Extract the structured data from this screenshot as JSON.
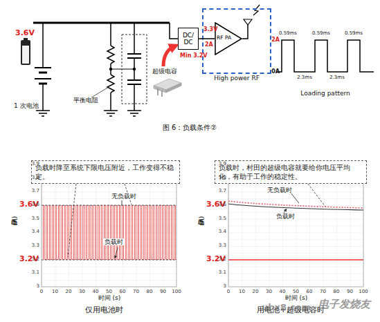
{
  "diagram": {
    "caption": "图 6：负载条件②",
    "nodes": [
      {
        "text": [
          "DC/ DC"
        ]
      },
      {
        "text": [
          "High power RF"
        ]
      },
      {
        "text": [
          "RF PA"
        ],
        "in": 1
      },
      {
        "text": [
          "负载时降至系统下限电压附近，工作变得不稳定。"
        ]
      },
      {
        "text": [
          "负载时，村田的超级电容就要给你电压平均化，有助于工作的稳定性。"
        ]
      }
    ],
    "edges": [
      {
        "from": 0,
        "to": 2,
        "arrow": "none"
      }
    ],
    "labels": [
      "3.6V",
      "1 次电池",
      "平衡电阻",
      "超级电容",
      "Min 3.2V",
      "3.3V",
      "2A",
      "0.59ms",
      "0.59ms",
      "0.59ms",
      "2A",
      "0A",
      "2.3ms",
      "2.3ms",
      "Loading pattern",
      "3.6V",
      "3.2V",
      "无负载时",
      "负载时",
      "电压 (V)",
      "时间 (s)",
      "仅用电池时",
      "3.9",
      "3.8",
      "3.7",
      "3.6",
      "3.5",
      "3.4",
      "3.3",
      "3.2",
      "3.1",
      "3",
      "0",
      "10",
      "20",
      "30",
      "40",
      "50",
      "60",
      "70",
      "80",
      "90",
      "100",
      "3.6V",
      "3.2V",
      "无负载时",
      "负载时",
      "电压 (V)",
      "时间 (s)",
      "用电池+超级电容时",
      "3.9",
      "3.8",
      "3.7",
      "3.6",
      "3.5",
      "3.4",
      "3.3",
      "3.2",
      "3.1",
      "3",
      "0",
      "10",
      "20",
      "30",
      "40",
      "50",
      "60",
      "70",
      "80",
      "90",
      "100",
      "ubx8.com",
      "电子发烧友"
    ]
  }
}
